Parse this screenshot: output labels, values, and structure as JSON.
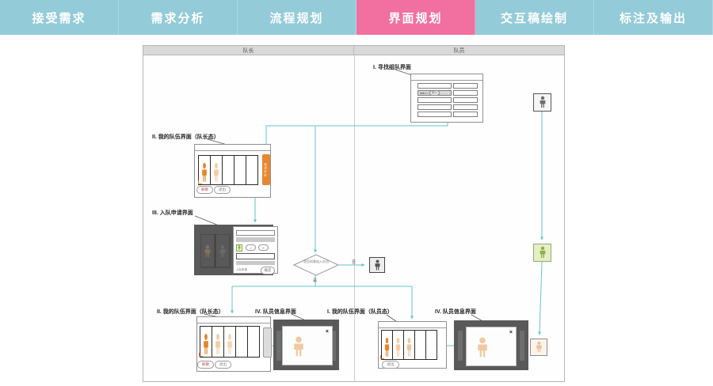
{
  "nav": {
    "tabs": [
      {
        "label": "接受需求",
        "active": false
      },
      {
        "label": "需求分析",
        "active": false
      },
      {
        "label": "流程规划",
        "active": false
      },
      {
        "label": "界面规划",
        "active": true
      },
      {
        "label": "交互稿绘制",
        "active": false
      },
      {
        "label": "标注及输出",
        "active": false
      }
    ],
    "colors": {
      "inactive": "#93cbd9",
      "active": "#f1709f"
    }
  },
  "lanes": {
    "leader": "队长",
    "member": "队员"
  },
  "screens": {
    "find_team": {
      "label": "I. 寻找组队界面",
      "dots": "●●●○○○",
      "join": "加入"
    },
    "team_leader_top": {
      "label": "II. 我的队伍界面（队长态）",
      "invite": "邀请好友",
      "disband": "解散",
      "quit": "退出"
    },
    "join_request": {
      "label": "III. 入队申请界面",
      "approve": "√",
      "reject": "×",
      "footer": "入队申请",
      "confirm": "确定"
    },
    "team_leader_bottom": {
      "label": "II. 我的队伍界面（队长态）",
      "disband": "解散",
      "quit": "退出"
    },
    "member_info_left": {
      "label": "IV. 队员信息界面",
      "close": "×"
    },
    "team_member": {
      "label": "I. 我的队伍界面（队员态）",
      "quit": "退出"
    },
    "member_info_right": {
      "label": "IV. 队员信息界面",
      "close": "×"
    }
  },
  "decision": {
    "text": "是否同意加入队伍",
    "yes": "是",
    "no": "否"
  },
  "state_icons": [
    {
      "name": "user-gray"
    },
    {
      "name": "user-green"
    },
    {
      "name": "user-orange"
    }
  ],
  "colors": {
    "connector": "#62c5cb",
    "accent_orange": "#e8872f",
    "modal_overlay": "#595959"
  }
}
